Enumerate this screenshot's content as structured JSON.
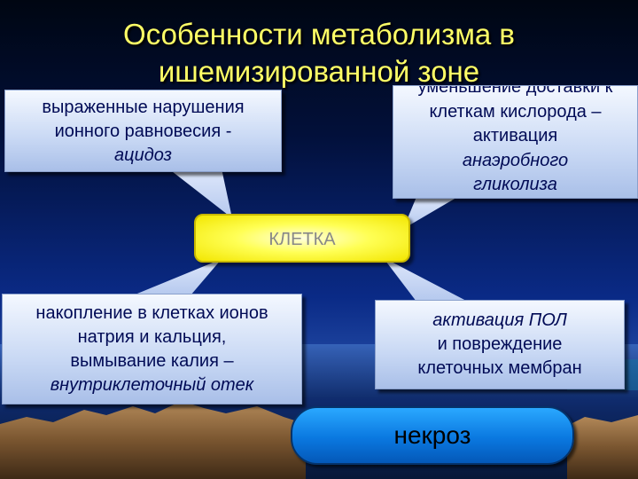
{
  "slide": {
    "title_line1": "Особенности метаболизма в",
    "title_line2": "ишемизированной  зоне"
  },
  "callouts": {
    "top_left": {
      "line1": "выраженные нарушения",
      "line2": "ионного равновесия -",
      "line3": "ацидоз"
    },
    "top_right": {
      "line1": "уменьшение доставки к",
      "line2": "клеткам кислорода –",
      "line3": "активация",
      "line4": "анаэробного",
      "line5": "гликолиза"
    },
    "bottom_left": {
      "line1": "накопление в клетках ионов",
      "line2": "натрия и кальция,",
      "line3": "вымывание калия –",
      "line4": "внутриклеточный отек"
    },
    "bottom_right": {
      "line1": "активация ПОЛ",
      "line2": "и повреждение",
      "line3": "клеточных мембран"
    }
  },
  "center": {
    "label": "КЛЕТКА"
  },
  "outcome": {
    "label": "некроз"
  },
  "colors": {
    "title": "#ffff66",
    "callout_text": "#000a55",
    "cell_fill": "#ffff55",
    "outcome_fill": "#0a78e0"
  }
}
